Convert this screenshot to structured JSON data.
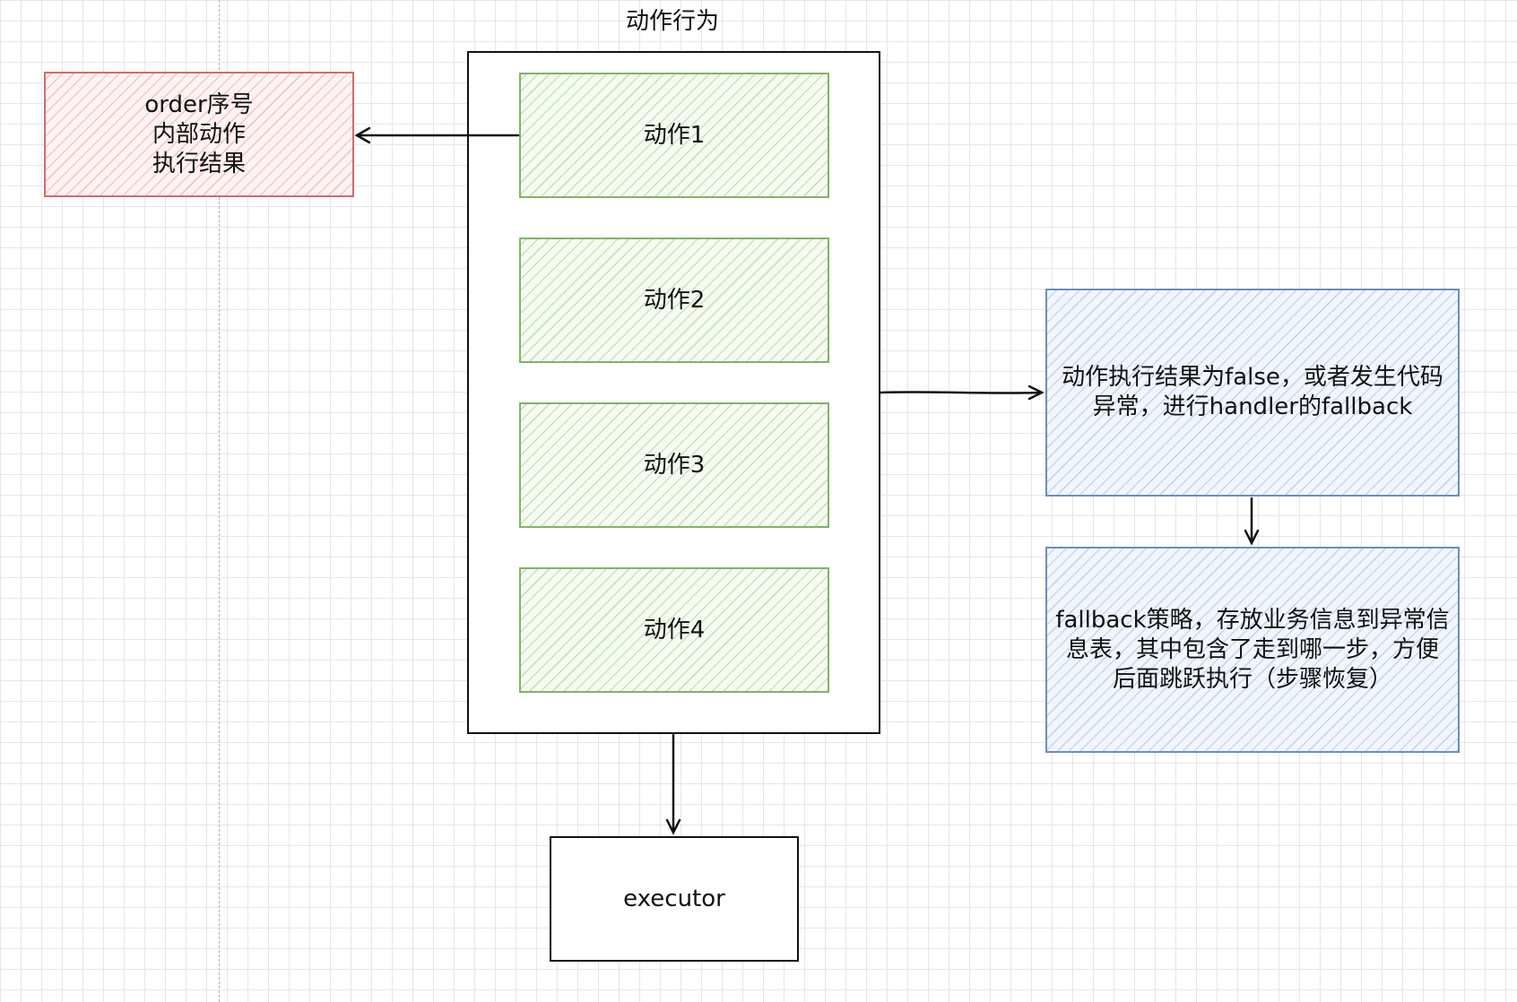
{
  "diagram": {
    "title": "动作行为",
    "result_box": {
      "lines": [
        "order序号",
        "内部动作",
        "执行结果"
      ]
    },
    "actions": [
      "动作1",
      "动作2",
      "动作3",
      "动作4"
    ],
    "executor": "executor",
    "fallback_trigger": {
      "lines": [
        "动作执行结果为false，或者发生代码",
        "异常，进行handler的fallback"
      ]
    },
    "fallback_strategy": {
      "lines": [
        "fallback策略，存放业务信息到异常信",
        "息表，其中包含了走到哪一步，方便",
        "后面跳跃执行（步骤恢复）"
      ]
    },
    "colors": {
      "red_border": "#d36a6a",
      "green_border": "#82b366",
      "blue_border": "#6c8ebf",
      "line": "#111111"
    }
  }
}
